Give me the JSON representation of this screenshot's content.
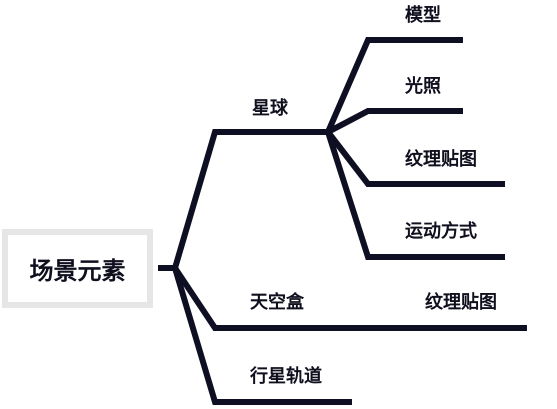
{
  "mindmap": {
    "root": "场景元素",
    "branches": [
      {
        "label": "星球",
        "children": [
          "模型",
          "光照",
          "纹理贴图",
          "运动方式"
        ]
      },
      {
        "label": "天空盒",
        "children": [
          "纹理贴图"
        ]
      },
      {
        "label": "行星轨道",
        "children": []
      }
    ]
  },
  "colors": {
    "line": "#0f0f23",
    "text": "#0f0f1e",
    "root_border": "#e6e6e6"
  }
}
